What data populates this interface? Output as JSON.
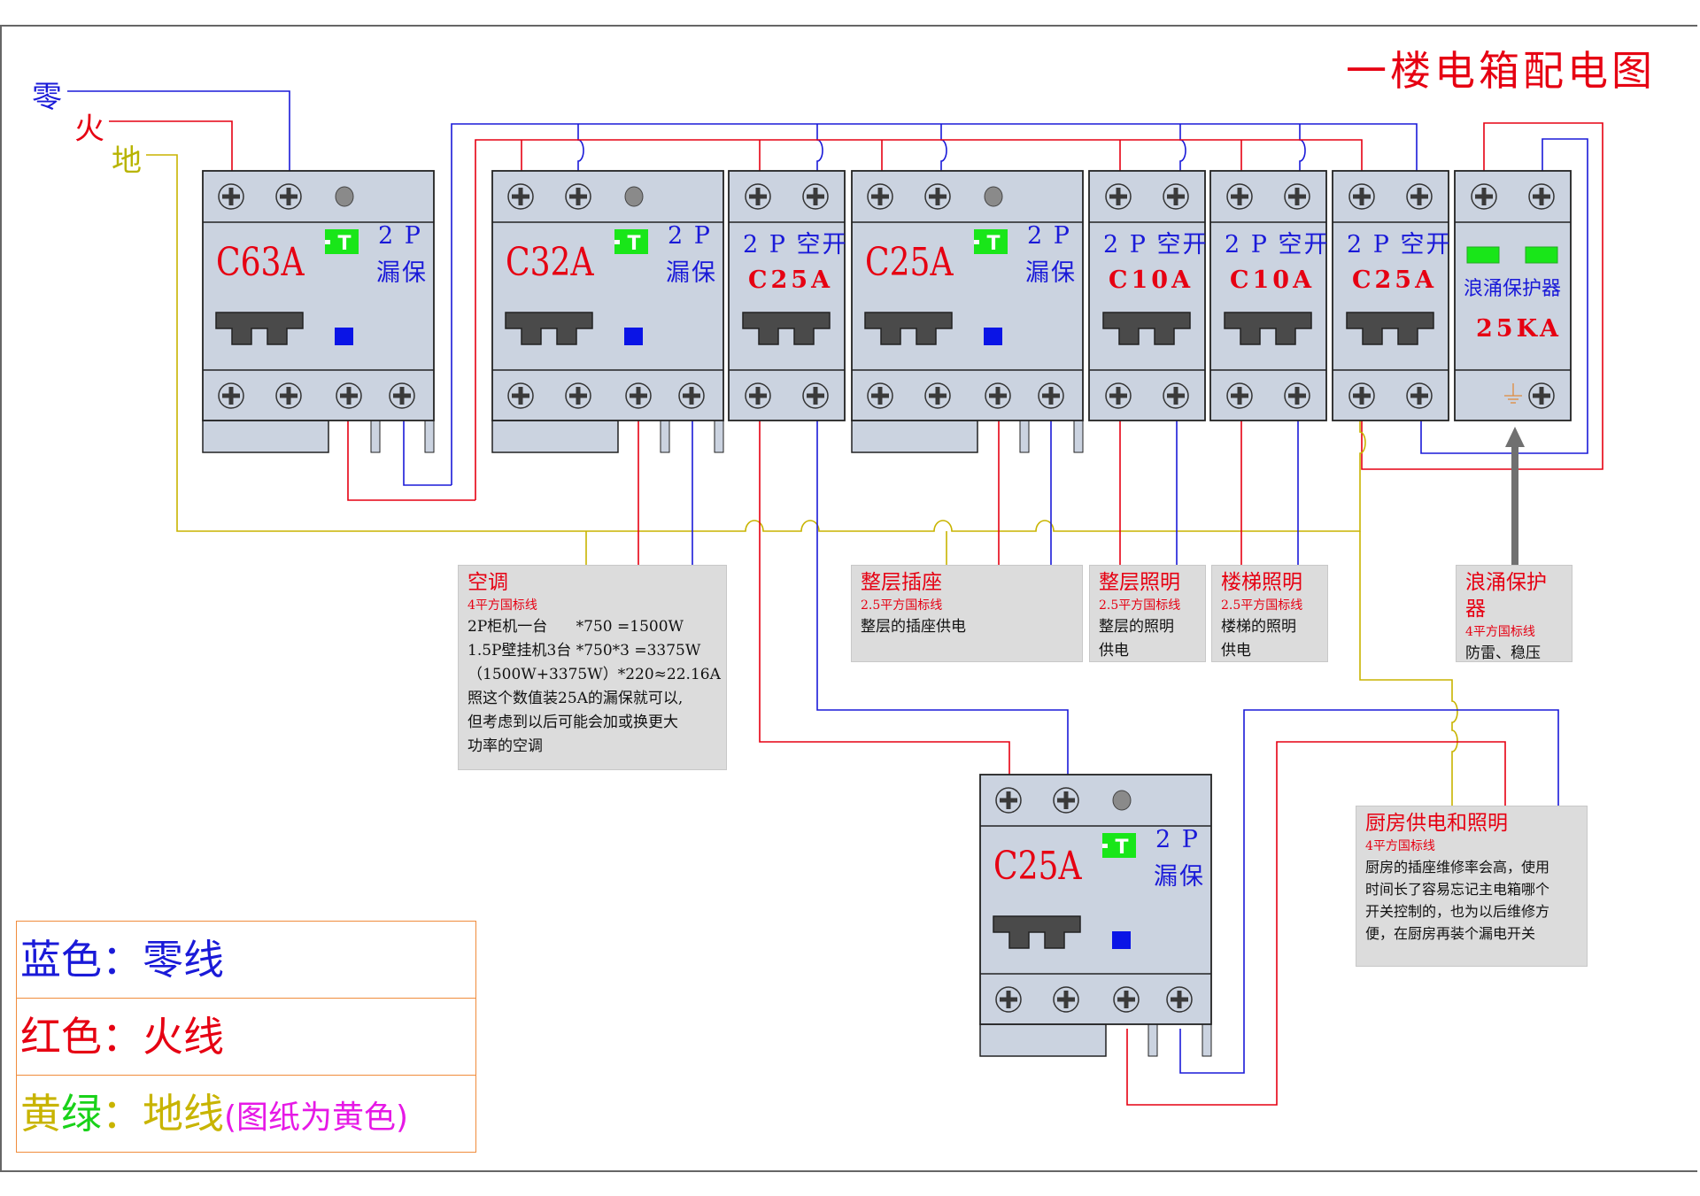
{
  "title": "一楼电箱配电图",
  "colors": {
    "neutral": "#1a1ad8",
    "live": "#e60012",
    "ground": "#c8b400",
    "module_body": "#cbd3e0",
    "handle": "#4a4a4a",
    "test_button": "#19e619",
    "indicator": "#0a14e6",
    "note_bg": "#dcdcdc",
    "legend_border": "#f08c3c",
    "legend_magenta": "#e619e6",
    "legend_green": "#19d219"
  },
  "inputs": {
    "neutral": "零",
    "live": "火",
    "ground": "地"
  },
  "breakers": [
    {
      "id": "main",
      "rating": "C63A",
      "type_line1": "2 P",
      "type_line2": "漏保",
      "kind": "rcbo"
    },
    {
      "id": "ac",
      "rating": "C32A",
      "type_line1": "2 P",
      "type_line2": "漏保",
      "kind": "rcbo"
    },
    {
      "id": "ac-sub",
      "rating": "C25A",
      "type_line1": "2 P 空开",
      "kind": "mcb"
    },
    {
      "id": "sockets",
      "rating": "C25A",
      "type_line1": "2 P",
      "type_line2": "漏保",
      "kind": "rcbo"
    },
    {
      "id": "floor-light",
      "rating": "C10A",
      "type_line1": "2 P 空开",
      "kind": "mcb"
    },
    {
      "id": "stair-light",
      "rating": "C10A",
      "type_line1": "2 P 空开",
      "kind": "mcb"
    },
    {
      "id": "spd-feed",
      "rating": "C25A",
      "type_line1": "2 P 空开",
      "kind": "mcb"
    },
    {
      "id": "spd",
      "rating": "25KA",
      "type_line1": "浪涌保护器",
      "kind": "spd"
    },
    {
      "id": "kitchen",
      "rating": "C25A",
      "type_line1": "2 P",
      "type_line2": "漏保",
      "kind": "rcbo"
    }
  ],
  "notes": [
    {
      "id": "ac",
      "title": "空调",
      "spec": "4平方国标线",
      "body": [
        "2P柜机一台      *750 =1500W",
        "1.5P壁挂机3台 *750*3 =3375W",
        "（1500W+3375W）*220≈22.16A",
        "照这个数值装25A的漏保就可以,",
        "但考虑到以后可能会加或换更大",
        "功率的空调"
      ]
    },
    {
      "id": "sockets",
      "title": "整层插座",
      "spec": "2.5平方国标线",
      "body": [
        "整层的插座供电"
      ]
    },
    {
      "id": "floor-light",
      "title": "整层照明",
      "spec": "2.5平方国标线",
      "body": [
        "整层的照明",
        "供电"
      ]
    },
    {
      "id": "stair-light",
      "title": "楼梯照明",
      "spec": "2.5平方国标线",
      "body": [
        "楼梯的照明",
        "供电"
      ]
    },
    {
      "id": "spd",
      "title": "浪涌保护器",
      "spec": "4平方国标线",
      "body": [
        "防雷、稳压"
      ]
    },
    {
      "id": "kitchen",
      "title": "厨房供电和照明",
      "spec": "4平方国标线",
      "body": [
        "厨房的插座维修率会高，使用",
        "时间长了容易忘记主电箱哪个",
        "开关控制的，也为以后维修方",
        "便，在厨房再装个漏电开关"
      ]
    }
  ],
  "legend": {
    "neutral_label": "蓝色：",
    "neutral_value": "零线",
    "live_label": "红色：",
    "live_value": "火线",
    "ground_label_1": "黄",
    "ground_label_2": "绿",
    "ground_colon": "：",
    "ground_value": "地线",
    "ground_note": "(图纸为黄色)"
  }
}
